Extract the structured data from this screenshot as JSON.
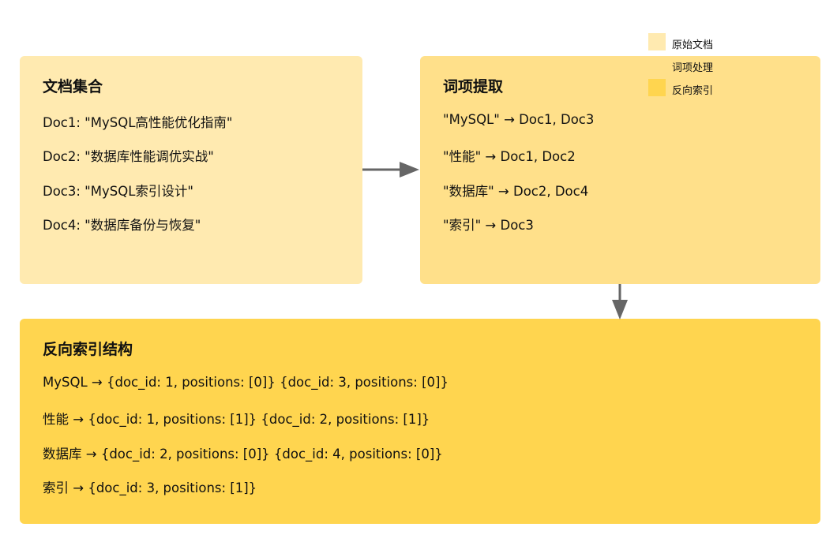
{
  "legend": {
    "items": [
      {
        "label": "原始文档",
        "color": "#FFEAB0"
      },
      {
        "label": "词项处理",
        "color": "#FFE08A"
      },
      {
        "label": "反向索引",
        "color": "#FFD54F"
      }
    ]
  },
  "docs": {
    "title": "文档集合",
    "lines": [
      "Doc1: \"MySQL高性能优化指南\"",
      "Doc2: \"数据库性能调优实战\"",
      "Doc3: \"MySQL索引设计\"",
      "Doc4: \"数据库备份与恢复\""
    ]
  },
  "terms": {
    "title": "词项提取",
    "lines": [
      "\"MySQL\" → Doc1, Doc3",
      "\"性能\" → Doc1, Doc2",
      "\"数据库\" → Doc2, Doc4",
      "\"索引\" → Doc3"
    ]
  },
  "index": {
    "title": "反向索引结构",
    "lines": [
      "MySQL → {doc_id: 1, positions: [0]} {doc_id: 3, positions: [0]}",
      "性能 → {doc_id: 1, positions: [1]} {doc_id: 2, positions: [1]}",
      "数据库 → {doc_id: 2, positions: [0]} {doc_id: 4, positions: [0]}",
      "索引 → {doc_id: 3, positions: [1]}"
    ]
  },
  "colors": {
    "arrow": "#666666"
  }
}
